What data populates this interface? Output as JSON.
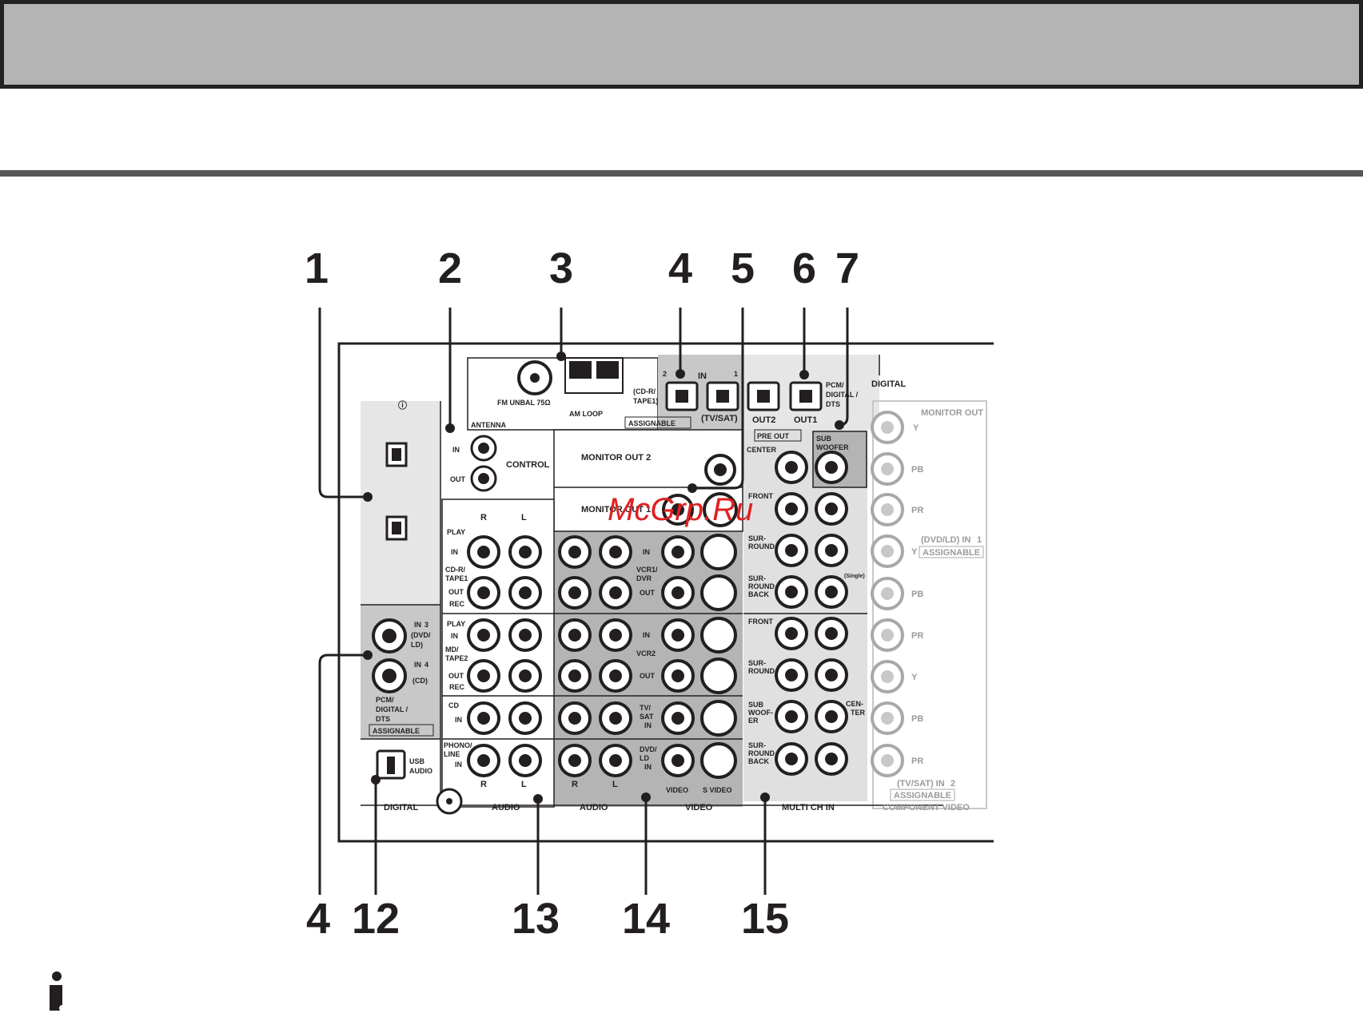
{
  "callouts_top": [
    "1",
    "2",
    "3",
    "4",
    "5",
    "6",
    "7"
  ],
  "callouts_bottom": [
    "4",
    "12",
    "13",
    "14",
    "15"
  ],
  "panel": {
    "antenna_section": "ANTENNA",
    "fm": "FM UNBAL 75Ω",
    "am": "AM LOOP",
    "assignable": "ASSIGNABLE",
    "digital_top": "DIGITAL",
    "in": "IN",
    "cdr_tape1": [
      "(CD-R/",
      "TAPE1)"
    ],
    "tv_sat": "(TV/SAT)",
    "out2": "OUT2",
    "out1": "OUT1",
    "pcm_dts": [
      "PCM/",
      "DIGITAL /",
      "DTS"
    ],
    "in_num_2": "2",
    "in_num_1": "1",
    "control": "CONTROL",
    "ctrl_in": "IN",
    "ctrl_out": "OUT",
    "monitor_out_2": "MONITOR OUT 2",
    "monitor_out_1": "MONITOR OUT 1",
    "pre_out": "PRE OUT",
    "center": "CENTER",
    "sub_woofer": [
      "SUB",
      "WOOFER"
    ],
    "front": "FRONT",
    "surround": [
      "SUR-",
      "ROUND"
    ],
    "surround_back": [
      "SUR-",
      "ROUND",
      "BACK"
    ],
    "single": "(Single)",
    "r": "R",
    "l": "L",
    "play": "PLAY",
    "rec": "REC",
    "out": "OUT",
    "cdr_tape1_audio": [
      "CD-R/",
      "TAPE1"
    ],
    "md_tape2": [
      "MD/",
      "TAPE2"
    ],
    "cd": "CD",
    "phono_line": [
      "PHONO/",
      "LINE"
    ],
    "vcr1_dvr": [
      "VCR1/",
      "DVR"
    ],
    "vcr2": "VCR2",
    "tv_sat_in": [
      "TV/",
      "SAT",
      "IN"
    ],
    "dvd_ld_in": [
      "DVD/",
      "LD",
      "IN"
    ],
    "video": "VIDEO",
    "s_video": "S VIDEO",
    "audio": "AUDIO",
    "digital": "DIGITAL",
    "multi_ch_in": "MULTI CH IN",
    "in3_dvd": [
      "IN",
      "3",
      "(DVD/",
      "LD)"
    ],
    "in4_cd": [
      "IN",
      "4",
      "(CD)"
    ],
    "pcm_dts_left": [
      "PCM/",
      "DIGITAL /",
      "DTS"
    ],
    "usb_audio": [
      "USB",
      "AUDIO"
    ],
    "sub_woof_er": [
      "SUB",
      "WOOF-",
      "ER"
    ],
    "cen_ter": [
      "CEN-",
      "TER"
    ],
    "monitor_out_grey": "MONITOR OUT",
    "y": "Y",
    "pb": "PB",
    "pr": "PR",
    "dvd_ld_in1": "(DVD/LD) IN",
    "dvd_ld_in1_num": "1",
    "tv_sat_in2": "(TV/SAT) IN",
    "tv_sat_in2_num": "2",
    "component_video": "COMPONENT VIDEO",
    "watermark": "McGrp.Ru"
  },
  "info_icon": "info-icon"
}
